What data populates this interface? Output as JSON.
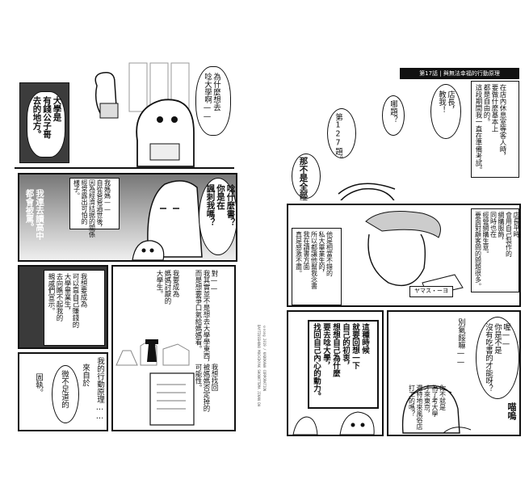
{
  "gutter": {
    "line1": "DAYTIUSSHUNO MOCHIKYAK SHOUKTTEMA JIKAN DA",
    "line2": "©nong 2019 / KADOKAWA CORPORATION"
  },
  "left_page": {
    "p1_caption": "大學是\n有錢公子哥\n去的地方。",
    "p1_speech": "為什麼想去\n唸大學啊——",
    "p2_caption": "我媽媽——\n自從爸爸過世後，\n因為經濟拮据的關係\n經常露出可怕的\n樣子。",
    "p2_speech": "唸什麼書？\n你是在\n諷刺我嗎？",
    "p2_bottom": "我連去讀高中\n都會被罵。",
    "p3_left": "我想要成為\n可以靠自己賺錢的\n大學畢業生，\n去向瞧不起我的\n親戚們宣示。",
    "p3_right_a": "對——\n我其實並不是想去大學學東西，\n而是想要爭口氣給媽媽看。",
    "p3_right_b": "我要成為\n媽媽討厭的\n大學生。",
    "p4_a": "我的行動原理……",
    "p4_b": "來自於",
    "p4_c": "微不足道的",
    "p4_d": "固執。",
    "p4_e": "我想找回\n被媽媽否定掉的\n可能性。"
  },
  "right_page": {
    "chapter_number": "第17話",
    "chapter_title": "與無法幸福的行動原理",
    "p1_caption": "在店內休息室等客人時，\n要做什麼基本上\n都是自由的。\n這段期間我一直在準備考試。",
    "p1_q1": "店長，\n教我！",
    "p1_q2": "哪題？",
    "p1_q3": "第127題。",
    "p1_q4": "那不是全部嗎？",
    "p2_caption": "店長平時\n會用自己製作的\n網購服飾，\n同時也在\n經營網購生意。\n要面對顧客問的問題很多。",
    "p2_caption_b": "他是相當不錯的\n私大畢業生的，\n所以都讓他幫我念書\n我在讀書方面\n真是感激不盡。",
    "p2_box": "這種時候\n就要回想一下\n自己的初衷，\n想想自己為什麼\n要去唸大學，\n找回自己內心的動力。",
    "p2_label": "ヤマス・ーヨ",
    "p3_caption": "別氣餒嘛——",
    "p3_speech": "喔——\n你是不是\n沒有吃書的才能呀？",
    "p3_bottom": "你不就是\n為了考大學\n才來東京，\n還特地來風俗店\n打工的嗎？",
    "sfx": "喵嗚"
  }
}
